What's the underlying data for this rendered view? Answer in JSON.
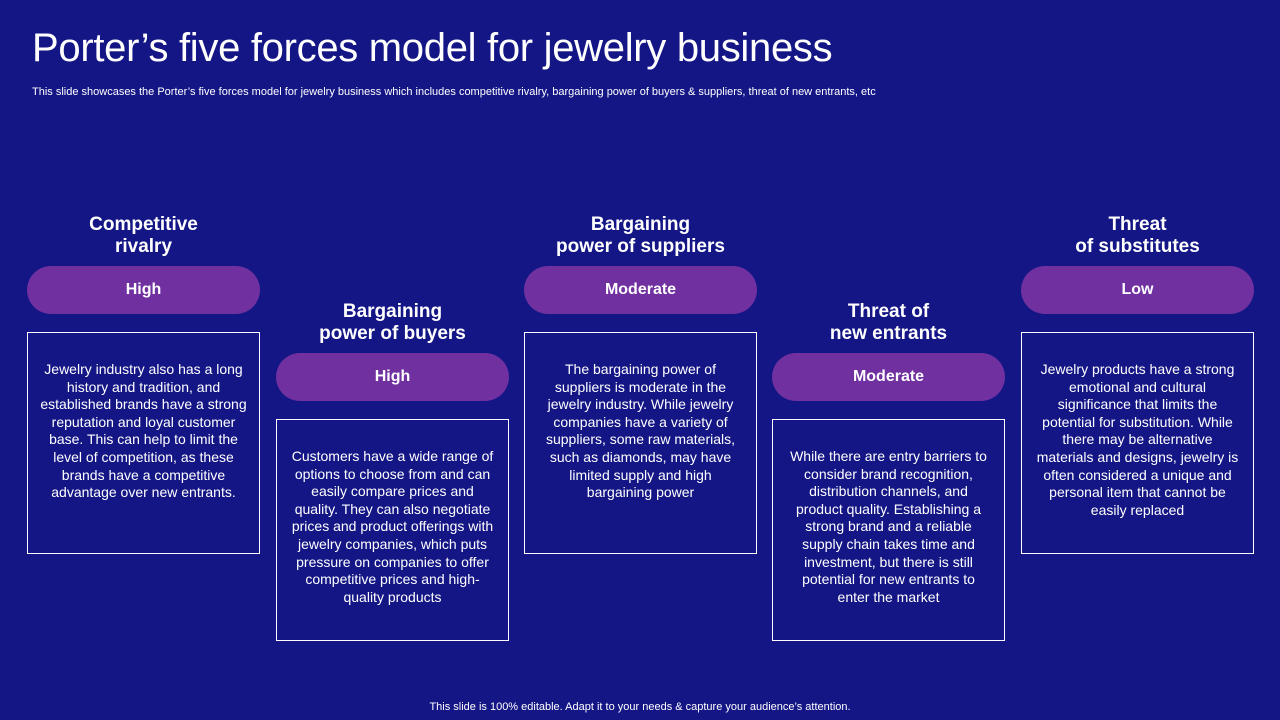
{
  "slide": {
    "title": "Porter’s five forces model for jewelry business",
    "subtitle": "This slide showcases the Porter’s five forces model for jewelry business which includes competitive rivalry,  bargaining power of buyers & suppliers, threat of new entrants, etc",
    "footer": "This slide is 100% editable. Adapt it to your needs & capture your audience’s attention."
  },
  "forces": [
    {
      "heading_line1": "Competitive",
      "heading_line2": "rivalry",
      "level": "High",
      "description": "Jewelry industry also has a long history and tradition, and established brands have a strong reputation and loyal customer base. This can help to limit the level of competition, as these brands have a competitive advantage over new entrants."
    },
    {
      "heading_line1": "Bargaining",
      "heading_line2": "power of buyers",
      "level": "High",
      "description": "Customers have a wide range of options to choose from and can easily compare prices and quality. They can also negotiate prices and product offerings with jewelry companies, which puts pressure on companies to offer competitive prices and high-quality products"
    },
    {
      "heading_line1": "Bargaining",
      "heading_line2": "power of suppliers",
      "level": "Moderate",
      "description": "The bargaining power of suppliers is moderate in the jewelry industry. While jewelry companies have a variety of suppliers, some raw materials, such as diamonds, may have limited supply and high bargaining power"
    },
    {
      "heading_line1": "Threat of",
      "heading_line2": "new entrants",
      "level": "Moderate",
      "description": "While there are entry barriers to consider brand recognition, distribution channels, and product quality. Establishing a strong brand and a reliable supply chain takes time and investment, but there is still potential for new entrants to enter the market"
    },
    {
      "heading_line1": "Threat",
      "heading_line2": "of substitutes",
      "level": "Low",
      "description": "Jewelry products have a strong emotional and cultural significance that limits the potential for substitution. While there may be alternative materials and designs, jewelry is often considered a unique and personal item that cannot be easily replaced"
    }
  ],
  "colors": {
    "background": "#141685",
    "pill": "#7030a0",
    "text": "#ffffff"
  }
}
